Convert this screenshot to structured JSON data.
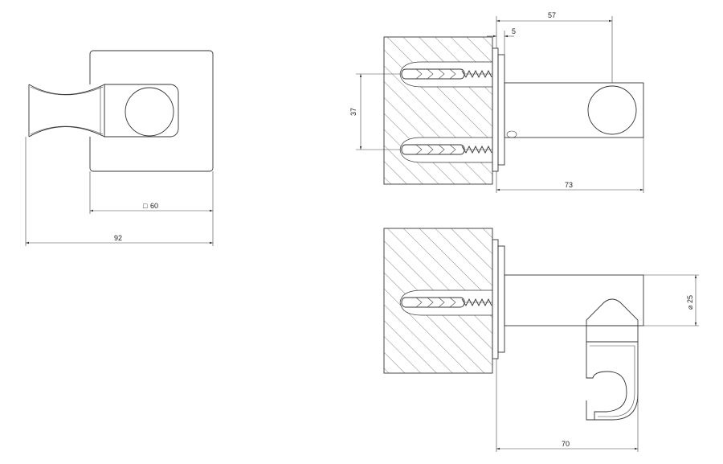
{
  "dimensions": {
    "square_width": "60",
    "overall_width_front": "92",
    "outlet_offset": "57",
    "flange_thickness": "5",
    "anchor_spacing": "37",
    "projection_top": "73",
    "outlet_diameter": "25",
    "projection_bottom": "70"
  },
  "symbols": {
    "square": "□",
    "diameter": "⌀"
  }
}
